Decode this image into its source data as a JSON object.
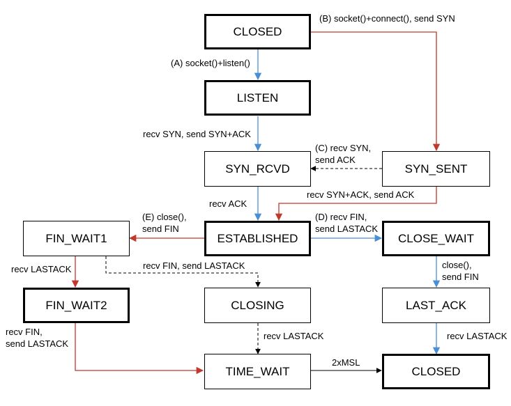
{
  "colors": {
    "blue": "#4a8fd4",
    "red": "#c0392b",
    "black": "#000000"
  },
  "states": {
    "closed_top": "CLOSED",
    "listen": "LISTEN",
    "syn_rcvd": "SYN_RCVD",
    "syn_sent": "SYN_SENT",
    "fin_wait1": "FIN_WAIT1",
    "established": "ESTABLISHED",
    "close_wait": "CLOSE_WAIT",
    "fin_wait2": "FIN_WAIT2",
    "closing": "CLOSING",
    "last_ack": "LAST_ACK",
    "time_wait": "TIME_WAIT",
    "closed_bottom": "CLOSED"
  },
  "transitions": {
    "b_connect": "(B) socket()+connect(), send SYN",
    "a_listen": "(A) socket()+listen()",
    "recv_syn_send_synack": "recv SYN, send SYN+ACK",
    "c_line1": "(C) recv SYN,",
    "c_line2": "send ACK",
    "recv_synack_send_ack": "recv SYN+ACK, send ACK",
    "recv_ack": "recv ACK",
    "e_line1": "(E) close(),",
    "e_line2": "send FIN",
    "d_line1": "(D) recv FIN,",
    "d_line2": "send LASTACK",
    "recv_lastack_left": "recv LASTACK",
    "recv_fin_send_lastack": "recv FIN, send LASTACK",
    "close_line1": "close(),",
    "close_line2": "send FIN",
    "fw2_line1": "recv FIN,",
    "fw2_line2": "send LASTACK",
    "recv_lastack_mid": "recv LASTACK",
    "recv_lastack_right": "recv LASTACK",
    "two_msl": "2xMSL"
  }
}
